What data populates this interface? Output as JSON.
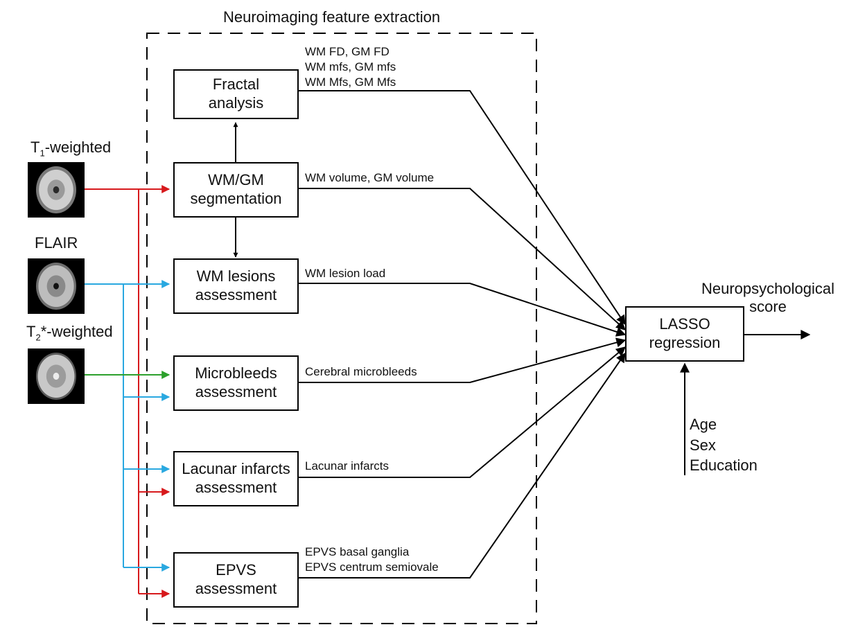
{
  "title": "Neuroimaging feature extraction",
  "modalities": [
    {
      "label": "T",
      "sub": "1",
      "suffix": "-weighted",
      "icon": "t1-brain-scan-icon"
    },
    {
      "label": "FLAIR",
      "icon": "flair-brain-scan-icon"
    },
    {
      "label": "T",
      "sub": "2",
      "suffix": "*-weighted",
      "icon": "t2-star-brain-scan-icon"
    }
  ],
  "boxes": {
    "fractal": [
      "Fractal",
      "analysis"
    ],
    "segmentation": [
      "WM/GM",
      "segmentation"
    ],
    "lesions": [
      "WM lesions",
      "assessment"
    ],
    "microbleeds": [
      "Microbleeds",
      "assessment"
    ],
    "lacunar": [
      "Lacunar infarcts",
      "assessment"
    ],
    "epvs": [
      "EPVS",
      "assessment"
    ],
    "lasso": [
      "LASSO",
      "regression"
    ]
  },
  "features": {
    "fractal": [
      "WM FD, GM FD",
      "WM mfs, GM mfs",
      "WM Mfs, GM Mfs"
    ],
    "segmentation": [
      "WM volume, GM volume"
    ],
    "lesions": [
      "WM lesion load"
    ],
    "microbleeds": [
      "Cerebral microbleeds"
    ],
    "lacunar": [
      "Lacunar infarcts"
    ],
    "epvs": [
      "EPVS basal ganglia",
      "EPVS centrum semiovale"
    ]
  },
  "output": {
    "line1": "Neuropsychological",
    "line2": "score"
  },
  "covariates": [
    "Age",
    "Sex",
    "Education"
  ],
  "colors": {
    "t1": "#d7191c",
    "flair": "#29a8e0",
    "t2": "#2ca02c",
    "line": "#000000"
  }
}
